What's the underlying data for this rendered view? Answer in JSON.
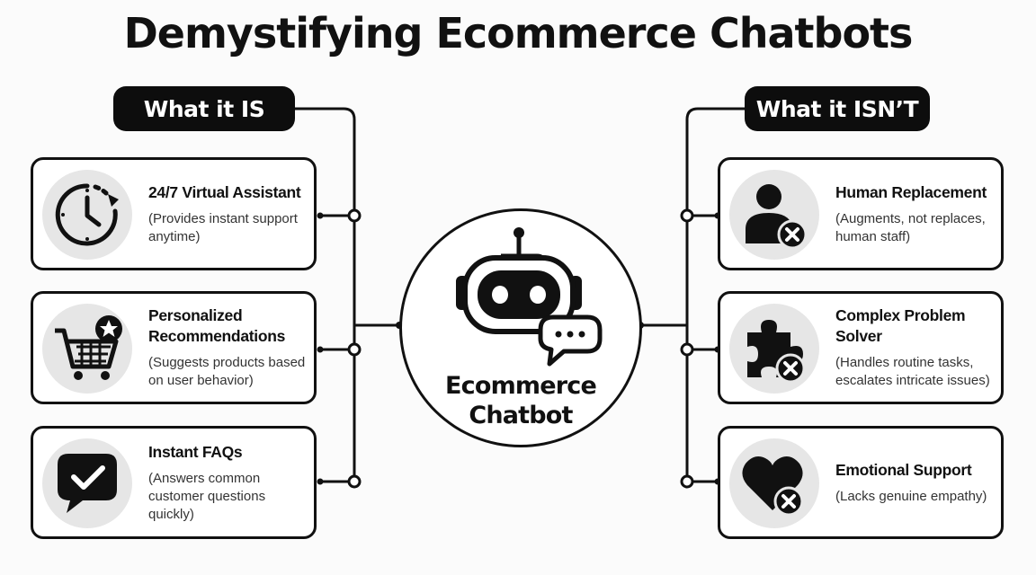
{
  "title": "Demystifying Ecommerce Chatbots",
  "left_header": "What it IS",
  "right_header": "What it ISN’T",
  "center": {
    "line1": "Ecommerce",
    "line2": "Chatbot",
    "icon": "robot-chat-icon"
  },
  "is_items": [
    {
      "title": "24/7 Virtual Assistant",
      "desc": "(Provides instant support anytime)",
      "icon": "clock-icon"
    },
    {
      "title": "Personalized Recommendations",
      "desc": "(Suggests products based on user behavior)",
      "icon": "cart-star-icon"
    },
    {
      "title": "Instant FAQs",
      "desc": "(Answers common customer questions quickly)",
      "icon": "check-bubble-icon"
    }
  ],
  "isnt_items": [
    {
      "title": "Human Replacement",
      "desc": "(Augments, not replaces, human staff)",
      "icon": "person-x-icon"
    },
    {
      "title": "Complex Problem Solver",
      "desc": "(Handles routine tasks, escalates intricate issues)",
      "icon": "puzzle-x-icon"
    },
    {
      "title": "Emotional Support",
      "desc": "(Lacks genuine empathy)",
      "icon": "heart-x-icon"
    }
  ]
}
